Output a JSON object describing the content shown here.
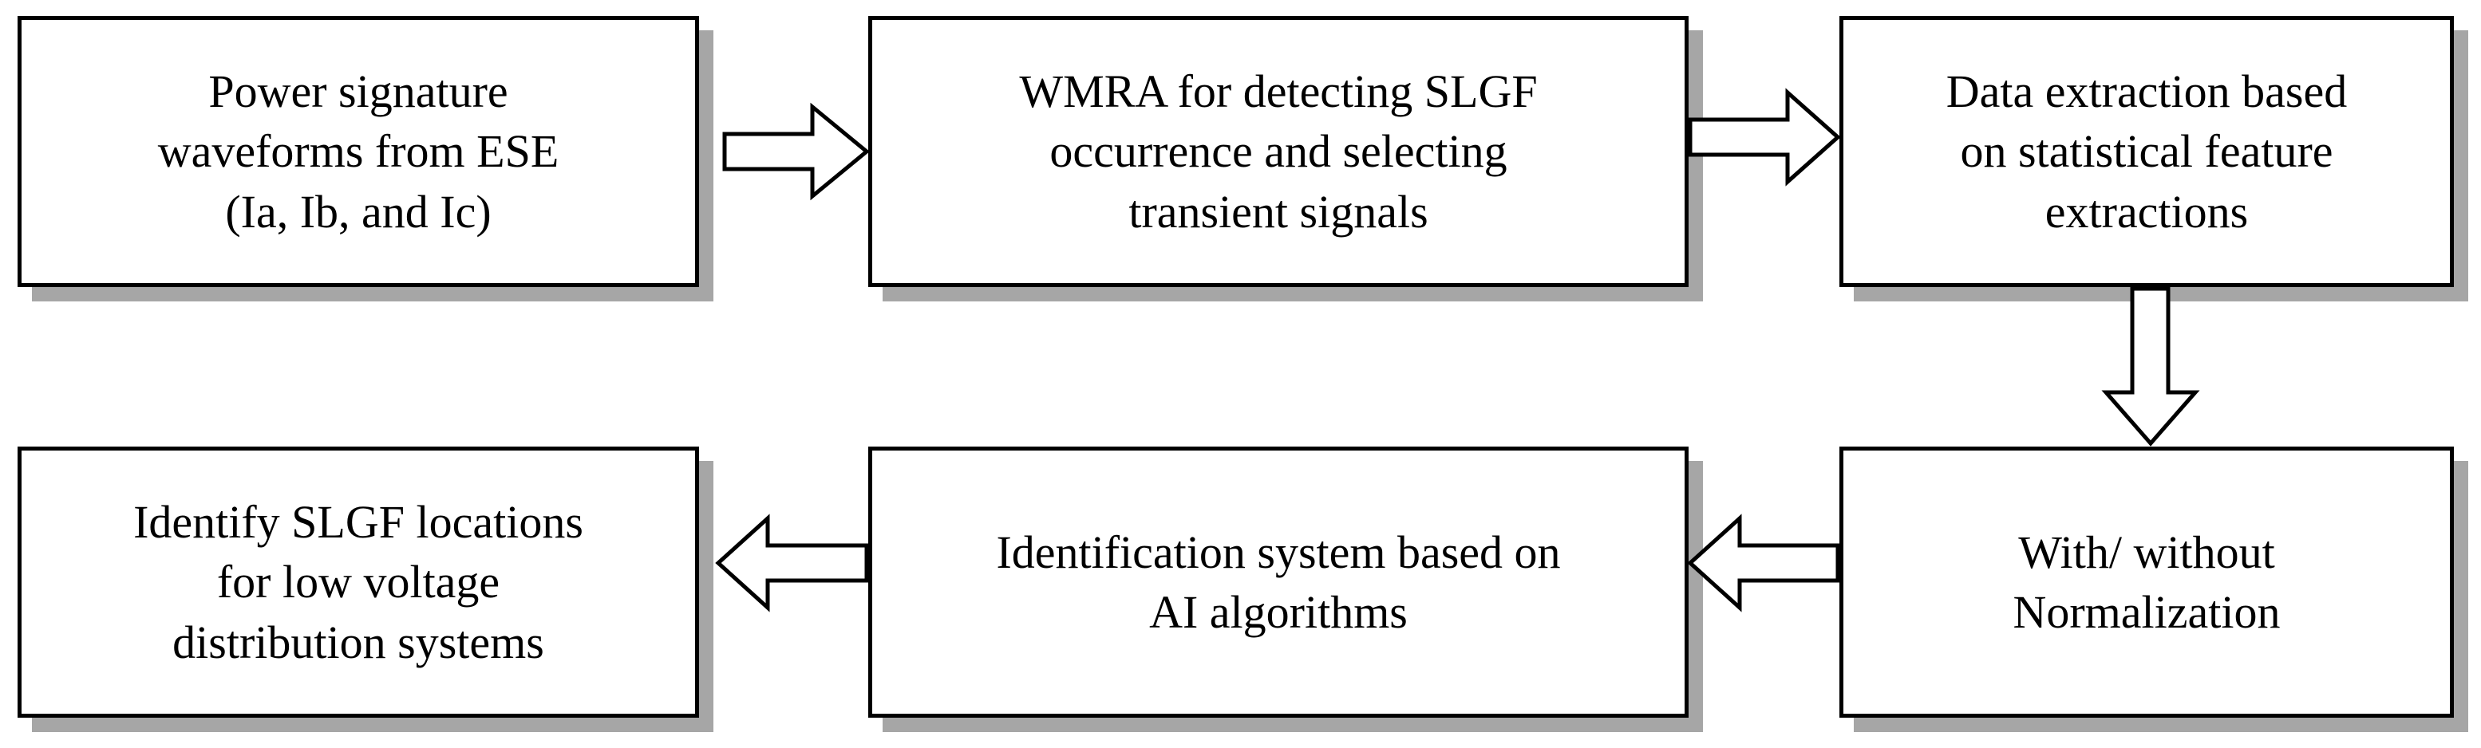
{
  "diagram": {
    "boxes": [
      {
        "id": "power-signature",
        "text": "Power signature\nwaveforms from ESE\n(Ia, Ib, and Ic)"
      },
      {
        "id": "wmra",
        "text": "WMRA for detecting SLGF\noccurrence and selecting\ntransient signals"
      },
      {
        "id": "data-extraction",
        "text": "Data extraction based\non statistical feature\nextractions"
      },
      {
        "id": "identify-locations",
        "text": "Identify SLGF locations\nfor low voltage\ndistribution systems"
      },
      {
        "id": "identification-system",
        "text": "Identification system based on\nAI algorithms"
      },
      {
        "id": "normalization",
        "text": "With/ without\nNormalization"
      }
    ],
    "arrows": [
      {
        "from": "power-signature",
        "to": "wmra",
        "direction": "right"
      },
      {
        "from": "wmra",
        "to": "data-extraction",
        "direction": "right"
      },
      {
        "from": "data-extraction",
        "to": "normalization",
        "direction": "down"
      },
      {
        "from": "normalization",
        "to": "identification-system",
        "direction": "left"
      },
      {
        "from": "identification-system",
        "to": "identify-locations",
        "direction": "left"
      }
    ],
    "colors": {
      "border": "#000000",
      "box_fill": "#ffffff",
      "shadow": "#a6a6a6",
      "arrow_fill": "#ffffff"
    }
  }
}
